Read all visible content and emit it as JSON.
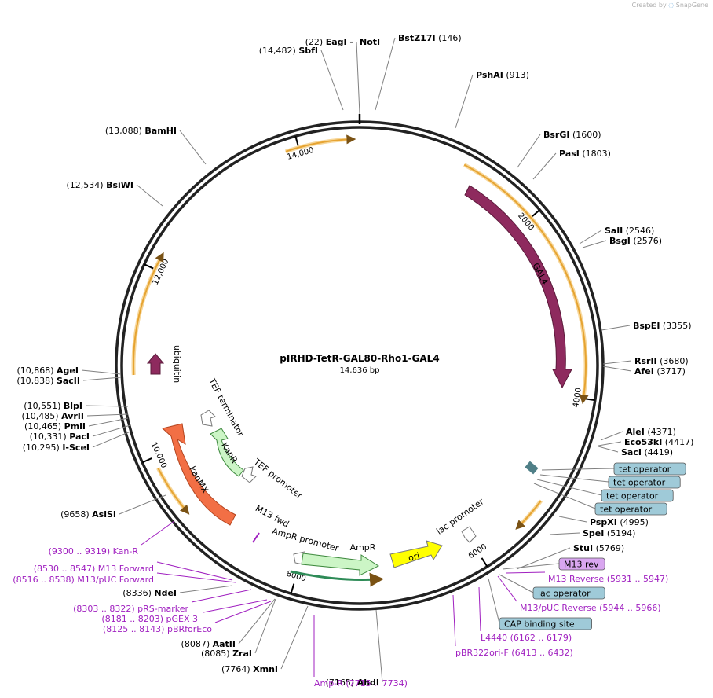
{
  "brand": {
    "created_by": "Created by",
    "name": "SnapGene"
  },
  "map": {
    "name": "pIRHD-TetR-GAL80-Rho1-GAL4",
    "length": 14636,
    "size_label": "14,636 bp"
  },
  "ticks": [
    "2000",
    "4000",
    "6000",
    "8000",
    "10,000",
    "12,000",
    "14,000"
  ],
  "sites": [
    {
      "enzyme": "NotI",
      "position": "22",
      "extra": "EagI"
    },
    {
      "enzyme": "SbfI",
      "position": "14,482"
    },
    {
      "enzyme": "BstZ17I",
      "position": "146"
    },
    {
      "enzyme": "PshAI",
      "position": "913"
    },
    {
      "enzyme": "BsrGI",
      "position": "1600"
    },
    {
      "enzyme": "PasI",
      "position": "1803"
    },
    {
      "enzyme": "SalI",
      "position": "2546"
    },
    {
      "enzyme": "BsgI",
      "position": "2576"
    },
    {
      "enzyme": "BspEI",
      "position": "3355"
    },
    {
      "enzyme": "RsrII",
      "position": "3680"
    },
    {
      "enzyme": "AfeI",
      "position": "3717"
    },
    {
      "enzyme": "AleI",
      "position": "4371"
    },
    {
      "enzyme": "Eco53kI",
      "position": "4417"
    },
    {
      "enzyme": "SacI",
      "position": "4419"
    },
    {
      "enzyme": "PspXI",
      "position": "4995"
    },
    {
      "enzyme": "SpeI",
      "position": "5194"
    },
    {
      "enzyme": "StuI",
      "position": "5769"
    },
    {
      "enzyme": "AhdI",
      "position": "7165"
    },
    {
      "enzyme": "XmnI",
      "position": "7764"
    },
    {
      "enzyme": "ZraI",
      "position": "8085"
    },
    {
      "enzyme": "AatII",
      "position": "8087"
    },
    {
      "enzyme": "NdeI",
      "position": "8336"
    },
    {
      "enzyme": "AsiSI",
      "position": "9658"
    },
    {
      "enzyme": "I-SceI",
      "position": "10,295"
    },
    {
      "enzyme": "PacI",
      "position": "10,331"
    },
    {
      "enzyme": "PmlI",
      "position": "10,465"
    },
    {
      "enzyme": "AvrII",
      "position": "10,485"
    },
    {
      "enzyme": "BlpI",
      "position": "10,551"
    },
    {
      "enzyme": "SacII",
      "position": "10,838"
    },
    {
      "enzyme": "AgeI",
      "position": "10,868"
    },
    {
      "enzyme": "BsiWI",
      "position": "12,534"
    },
    {
      "enzyme": "BamHI",
      "position": "13,088"
    }
  ],
  "primers": [
    {
      "name": "M13 Reverse",
      "range": "5931 .. 5947"
    },
    {
      "name": "M13/pUC Reverse",
      "range": "5944 .. 5966"
    },
    {
      "name": "L4440",
      "range": "6162 .. 6179"
    },
    {
      "name": "pBR322ori-F",
      "range": "6413 .. 6432"
    },
    {
      "name": "Amp-R",
      "range": "7715 .. 7734"
    },
    {
      "name": "pBRforEco",
      "range": "8125 .. 8143"
    },
    {
      "name": "pGEX 3'",
      "range": "8181 .. 8203"
    },
    {
      "name": "pRS-marker",
      "range": "8303 .. 8322"
    },
    {
      "name": "M13/pUC Forward",
      "range": "8516 .. 8538"
    },
    {
      "name": "M13 Forward",
      "range": "8530 .. 8547"
    },
    {
      "name": "Kan-R",
      "range": "9300 .. 9319"
    }
  ],
  "boxed": [
    {
      "label": "tet operator",
      "kind": "protein_bind"
    },
    {
      "label": "tet operator",
      "kind": "protein_bind"
    },
    {
      "label": "tet operator",
      "kind": "protein_bind"
    },
    {
      "label": "tet operator",
      "kind": "protein_bind"
    },
    {
      "label": "M13 rev",
      "kind": "primer_bind"
    },
    {
      "label": "lac operator",
      "kind": "protein_bind"
    },
    {
      "label": "CAP binding site",
      "kind": "protein_bind"
    }
  ],
  "features": [
    {
      "name": "GAL4",
      "color": "#8e2a5e"
    },
    {
      "name": "ori",
      "color": "#ffff00"
    },
    {
      "name": "AmpR",
      "color": "#ccf5c6"
    },
    {
      "name": "AmpR promoter",
      "color": "#ffffff"
    },
    {
      "name": "lac promoter",
      "color": "#ffffff"
    },
    {
      "name": "M13 fwd",
      "color": "#a020c0"
    },
    {
      "name": "kanMX",
      "color": "#f26f45"
    },
    {
      "name": "KanR",
      "color": "#ccf5c6"
    },
    {
      "name": "TEF promoter",
      "color": "#ffffff"
    },
    {
      "name": "TEF terminator",
      "color": "#ffffff"
    },
    {
      "name": "ubiquitin",
      "color": "#8e2a5e"
    }
  ],
  "colors": {
    "backbone": "#222222",
    "orf": "#e6a432",
    "primer": "#a020c0",
    "protein_bind": "#9fcad8",
    "primer_box": "#d9a6f0"
  }
}
